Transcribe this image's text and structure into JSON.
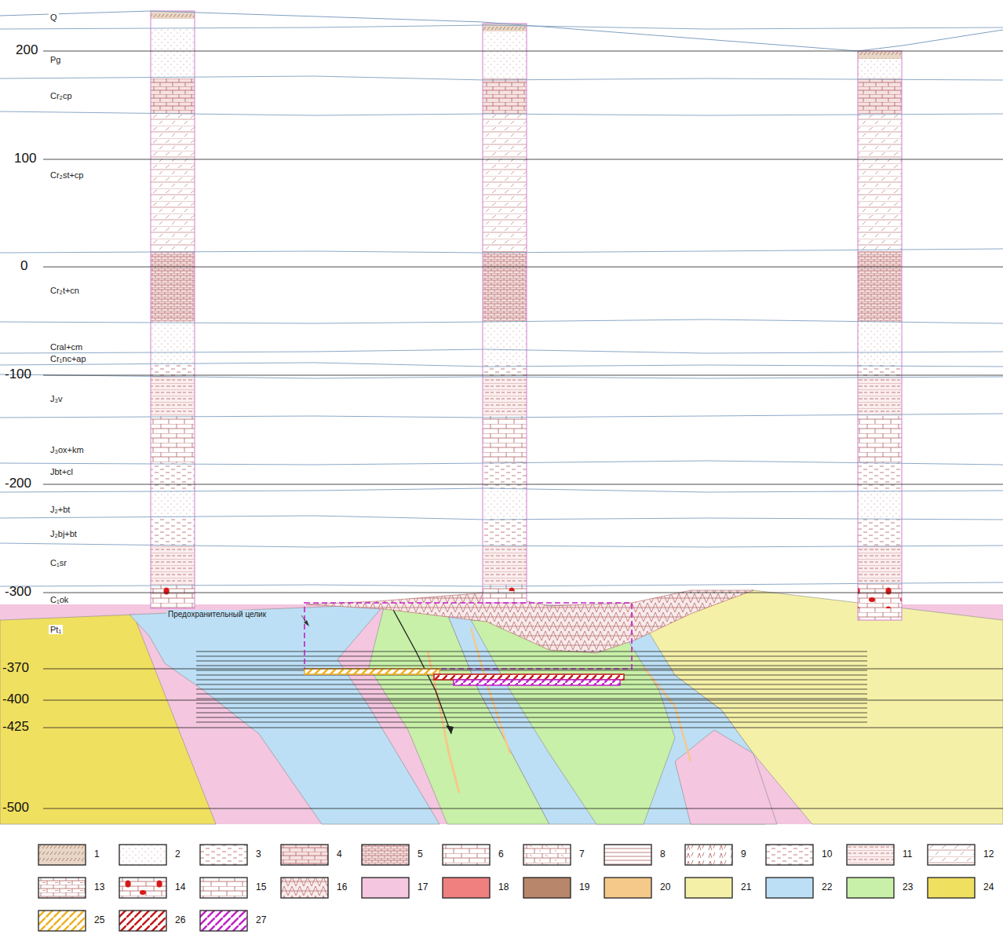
{
  "diagram": {
    "labels": [
      "200",
      "100",
      "0",
      "-100",
      "-200",
      "-300",
      "-370",
      "-400",
      "-425",
      "-500",
      "Q",
      "Pg",
      "Cr₂cp",
      "Cr₂st+cp",
      "Cr₂t+cn",
      "Cral+cm",
      "Cr₁nc+ap",
      "J₃v",
      "J₃ox+km",
      "Jbt+cl",
      "J₂+bt",
      "J₂bj+bt",
      "C₁sr",
      "C₁ok",
      "Pt₁",
      "Предохранительный целик"
    ],
    "legend": [
      {
        "text": "1"
      },
      {
        "text": "2"
      },
      {
        "text": "3"
      },
      {
        "text": "4"
      },
      {
        "text": "5"
      },
      {
        "text": "6"
      },
      {
        "text": "7"
      },
      {
        "text": "8"
      },
      {
        "text": "9"
      },
      {
        "text": "10"
      },
      {
        "text": "11"
      },
      {
        "text": "12"
      },
      {
        "text": "13"
      },
      {
        "text": "14"
      },
      {
        "text": "15"
      },
      {
        "text": "16"
      },
      {
        "text": "17",
        "color": "#f4c6e0"
      },
      {
        "text": "18",
        "color": "#f08080"
      },
      {
        "text": "19",
        "color": "#b8866b"
      },
      {
        "text": "20",
        "color": "#f5c98a"
      },
      {
        "text": "21",
        "color": "#f5f0a8"
      },
      {
        "text": "22",
        "color": "#bcdff5"
      },
      {
        "text": "23",
        "color": "#c8f0a8"
      },
      {
        "text": "24",
        "color": "#f0e060"
      },
      {
        "text": "25"
      },
      {
        "text": "26"
      },
      {
        "text": "27"
      }
    ]
  }
}
